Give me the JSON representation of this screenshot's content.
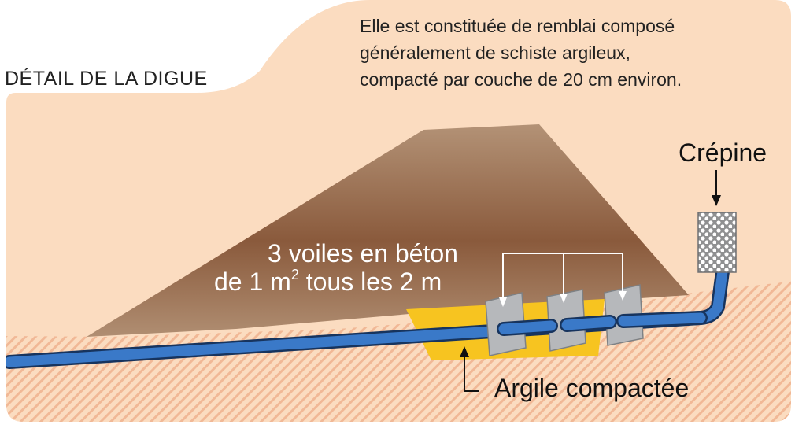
{
  "title": "DÉTAIL DE LA DIGUE",
  "description": [
    "Elle est constituée de remblai composé",
    "généralement de schiste argileux,",
    "compacté par couche de 20 cm environ."
  ],
  "labels": {
    "crepine": "Crépine",
    "voiles_line1": "3 voiles en béton",
    "voiles_line2_a": "de 1 m",
    "voiles_line2_sup": "2",
    "voiles_line2_b": " tous les 2 m",
    "argile": "Argile compactée"
  },
  "colors": {
    "background_soil": "#fbdcc0",
    "ground_hatch": "#f1b896",
    "dike_top": "#b39276",
    "dike_mid": "#8a5a3c",
    "dike_bottom": "#b08e72",
    "clay": "#f7c420",
    "pipe": "#3a79c8",
    "pipe_outline": "#17345e",
    "wall": "#b6b8bb",
    "strainer": "#8f9091"
  }
}
